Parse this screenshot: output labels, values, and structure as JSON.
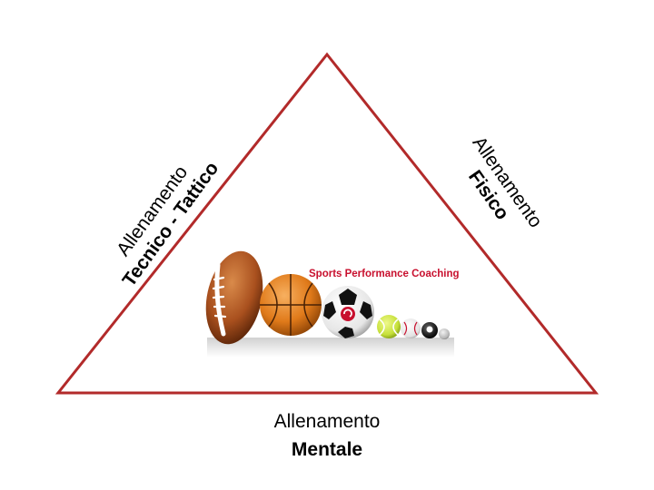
{
  "labels": {
    "left": {
      "line1": "Allenamento",
      "line2": "Tecnico - Tattico"
    },
    "right": {
      "line1": "Allenamento",
      "line2": "Fisico"
    },
    "bottom": {
      "line1": "Allenamento",
      "line2": "Mentale"
    }
  },
  "logo": {
    "text": "Sports Performance Coaching"
  },
  "colors": {
    "triangle_stroke": "#b22a2a",
    "logo_text": "#c8102e",
    "football": "#a9501e",
    "basketball": "#e07a1a",
    "tennis_ball": "#c6e03a"
  }
}
